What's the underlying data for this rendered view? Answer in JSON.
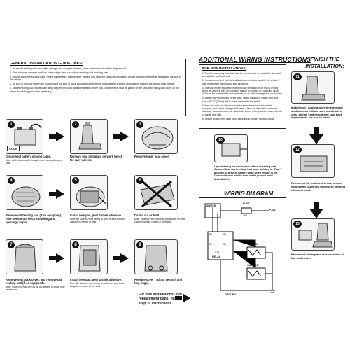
{
  "guidelines": {
    "title": "GENERAL INSTALLATION GUIDELINES:",
    "items": [
      "1. Be careful working with seat belts, air bags and occupant sensors, follow instructions in vehicle shop manual.",
      "2. Seat is heavy, awkward, and has sharp edges, take care when removing and handling seat.",
      "3. All seat adjustments (seat track, height adjustments, back recliner, armrest and headrest positions) must be in proper working order before reinstalling the seat to the vehicle.",
      "4. Be sure to properly tighten the bolts holding the seat in place according to the vehicle manufacturer's torque specification noted in the vehicle shop manual.",
      "5. Secure heating pad to seat foam using the peel and stick adhesive already on the pad. The adhesive must be placed on the seat foam sticky side down, do not attach the heating pad to the upholstery."
    ]
  },
  "steps": [
    {
      "n": "1",
      "text": "Disconnect battery ground cable.",
      "note": "Note: Write down radio security codes and station pre-sets.",
      "label": "CODE"
    },
    {
      "n": "2",
      "text": "Remove seat and place on work bench for easy access.",
      "note": ""
    },
    {
      "n": "3",
      "text": "Remove lower seat cover.",
      "note": ""
    },
    {
      "n": "4",
      "text": "Remove old heating pad (if so equipped), note position of electrical wiring and openings in pad.",
      "note": ""
    },
    {
      "n": "5",
      "text": "Install new pad, peel & stick adhesive.",
      "note": "Note: Be sure to route wiring to back of seat cushion, away from center of seat."
    },
    {
      "n": "6",
      "text": "Do not cut or fold!",
      "note": "Note: Heating Pad should be positioned on seat cushion without cutting or trimming."
    },
    {
      "n": "7",
      "text": "Remove seat back cover, and remove old heating pad (if so equipped).",
      "note": "Note: Slide cover up only as far as needed to install new heater pad."
    },
    {
      "n": "8",
      "text": "Install new pad, peel & stick adhesive.",
      "note": "Note: Be sure to route wiring to bottom of seat back, away from center of the seat."
    },
    {
      "n": "9",
      "text": "Replace cover - (clips, Velcro® and hog rings).",
      "note": ""
    }
  ],
  "new_install_note": "For new installations, (not replacement pads) follow step 10 instructions",
  "additional": {
    "title": "ADDITIONAL WIRING INSTRUCTIONS",
    "box_title": "FOR NEW INSTALLATIONS:",
    "items": [
      "1. The fuse assembly provided must be used in order to protect the electrical circuit of the seat heater kit.",
      "2. It is recommended that the installation connect to a circuit in the vehicle's fuse panel using the included fuse tap device.",
      "3. The seat heater must be connected to an electrical circuit that is on only when the key is in the \"run\" position. Failure to connect to a switched circuit will drain the battery if the seat heater is left on while the engine is not running.",
      "4. Switch may be installed on the dash, center console or plastic seat skirt. Use a 25/32\" (20mm) drill to make the hole for the switch.",
      "5. Mark the switch location carefully for ease of access to the vehicle occupant, and for the routing of the wires. Check for other wire harnesses, ductwork, structural parts and electronics before drilling holes in dash, console or plastic seat skirt.",
      "6. Secure relay behind dash using cable ties to prevent vibration noise."
    ],
    "step10": {
      "n": "10",
      "text": "Layout wiring for connection before installing seat. Connect fuse tap to a fuse that is on with key in \"Run\" position to prevent battery drain when engine is off. Connect brown wire to solid metal ground point behind dash."
    }
  },
  "wiring": {
    "title": "WIRING DIAGRAM",
    "switch_label": "SWITCH",
    "fuse_label": "FUSE",
    "amp_label": "10A",
    "power_label": "+12V",
    "relay_label": "RELAY",
    "back_label": "BACK",
    "cushion_label": "CUSHION",
    "ground_label": "GROUND",
    "pins": [
      "86",
      "85",
      "87",
      "30",
      "87a"
    ]
  },
  "finish": {
    "title": "FINISH THE",
    "subtitle": "INSTALLATION:",
    "steps": [
      {
        "n": "11",
        "text": "Install seat - apply proper torque on all seat fasteners. Make sure seat track is clear and all seat height and seat back adjustments are free to move."
      },
      {
        "n": "12",
        "text": "Reconnect all seat electronics, secure wiring with cable ties to prevent tangling with seat track."
      },
      {
        "n": "13",
        "text": "Reconnect battery and test operation of the seat heater."
      }
    ]
  }
}
